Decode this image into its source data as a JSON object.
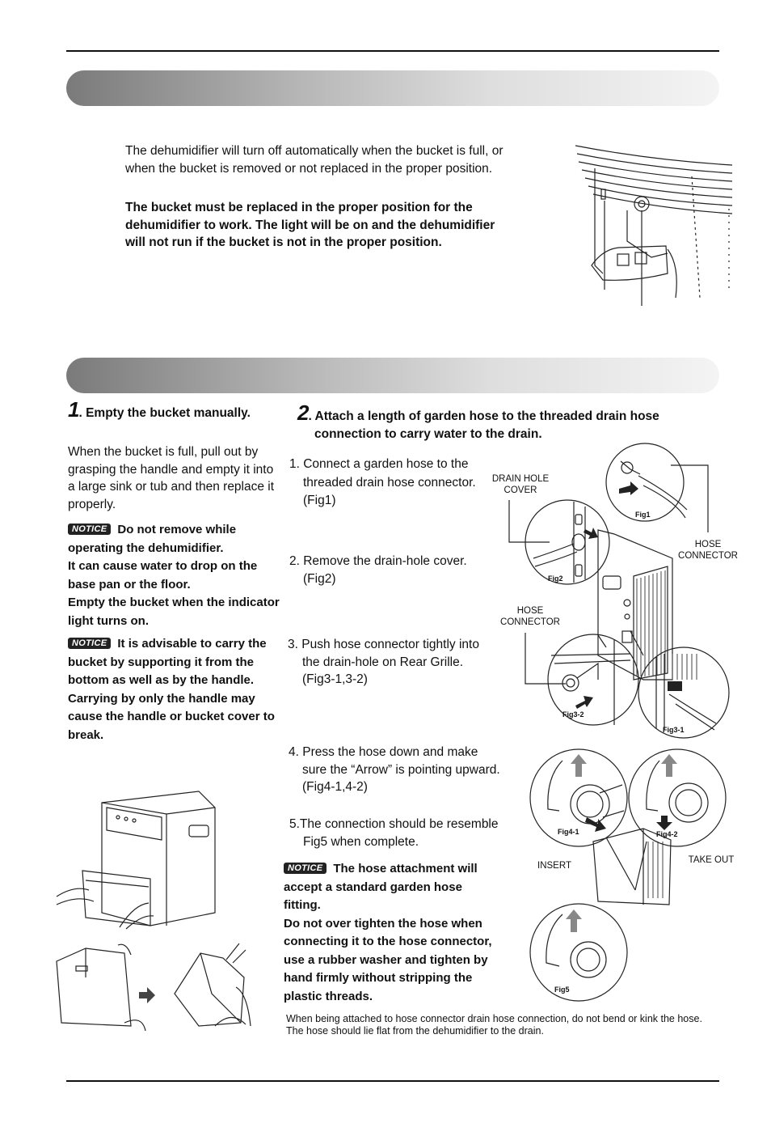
{
  "section1": {
    "para1": "The dehumidifier will turn off automatically when the bucket is full, or when the bucket is removed or not replaced in the proper position.",
    "para2": "The bucket must be replaced in the proper position for the dehumidifier to work. The light will be on and the dehumidifier will not run if the bucket is not in the proper position."
  },
  "step1": {
    "number": "1",
    "title": ". Empty the bucket manually.",
    "body": "When the bucket is full, pull out by grasping the handle and empty it into a large sink or tub and then replace it properly.",
    "notice_label": "NOTICE",
    "notice1_lines": [
      "Do not remove while",
      "operating the dehumidifier.",
      "It can cause water  to drop on the",
      "base pan or the floor.",
      "Empty the bucket when the indicator",
      "light turns on."
    ],
    "notice2_lines": [
      "It is advisable to carry the",
      "bucket by supporting it from the",
      "bottom as well as by the handle.",
      "Carrying by only the handle may",
      "cause the handle or bucket cover to",
      "break."
    ]
  },
  "step2": {
    "number": "2",
    "title_line1": ". Attach a length of garden hose to the threaded drain hose",
    "title_line2": "connection to carry water to the drain.",
    "i1_line1": "1. Connect a garden hose to the",
    "i1_line2": "threaded drain hose connector.",
    "i1_line3": "(Fig1)",
    "i2_line1": "2. Remove the drain-hole cover.",
    "i2_line2": "(Fig2)",
    "i3_line1": "3. Push hose connector tightly into",
    "i3_line2": "the  drain-hole on Rear Grille.",
    "i3_line3": "(Fig3-1,3-2)",
    "i4_line1": "4. Press the hose down and make",
    "i4_line2": "sure the “Arrow” is pointing upward.",
    "i4_line3": "(Fig4-1,4-2)",
    "i5_line1": "5.The connection should be resemble",
    "i5_line2": "Fig5 when complete.",
    "notice_label": "NOTICE",
    "notice_lines": [
      "The hose attachment will",
      "accept a standard garden hose",
      "fitting.",
      "Do not over tighten the hose when",
      "connecting it to the hose connector,",
      "use a rubber washer and tighten by",
      "hand firmly without stripping the",
      "plastic threads."
    ],
    "footnote_line1": "When being attached to hose connector drain hose connection, do not bend or kink the hose.",
    "footnote_line2": "The hose should lie flat from the dehumidifier to the drain."
  },
  "labels": {
    "drain_hole_cover_1": "DRAIN HOLE",
    "drain_hole_cover_2": "COVER",
    "hose_connector_a_1": "HOSE",
    "hose_connector_a_2": "CONNECTOR",
    "hose_connector_b_1": "HOSE",
    "hose_connector_b_2": "CONNECTOR",
    "insert": "INSERT",
    "take_out": "TAKE OUT",
    "fig1": "Fig1",
    "fig2": "Fig2",
    "fig3_1": "Fig3-1",
    "fig3_2": "Fig3-2",
    "fig4_1": "Fig4-1",
    "fig4_2": "Fig4-2",
    "fig5": "Fig5"
  }
}
